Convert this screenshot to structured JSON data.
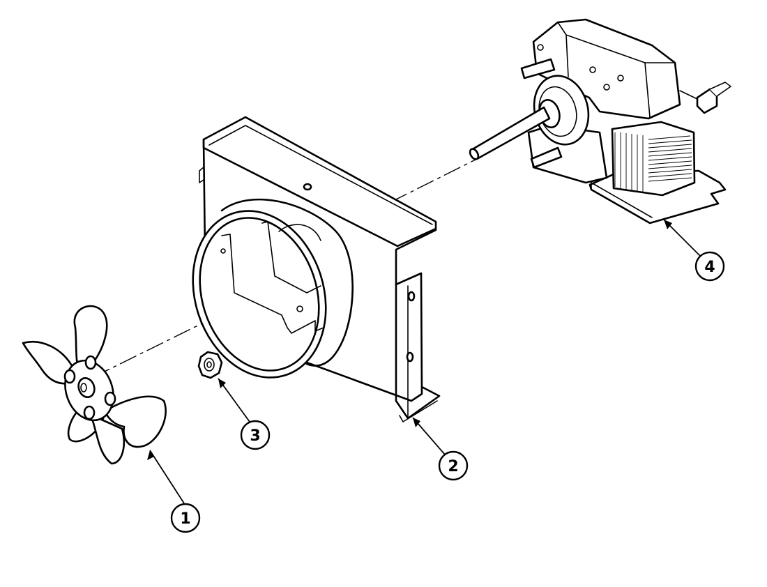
{
  "callouts": [
    {
      "id": "1",
      "label": "1",
      "part": "fan-blade"
    },
    {
      "id": "2",
      "label": "2",
      "part": "fan-shroud"
    },
    {
      "id": "3",
      "label": "3",
      "part": "hex-nut"
    },
    {
      "id": "4",
      "label": "4",
      "part": "fan-motor"
    }
  ],
  "colors": {
    "line": "#000000",
    "background": "#ffffff"
  }
}
